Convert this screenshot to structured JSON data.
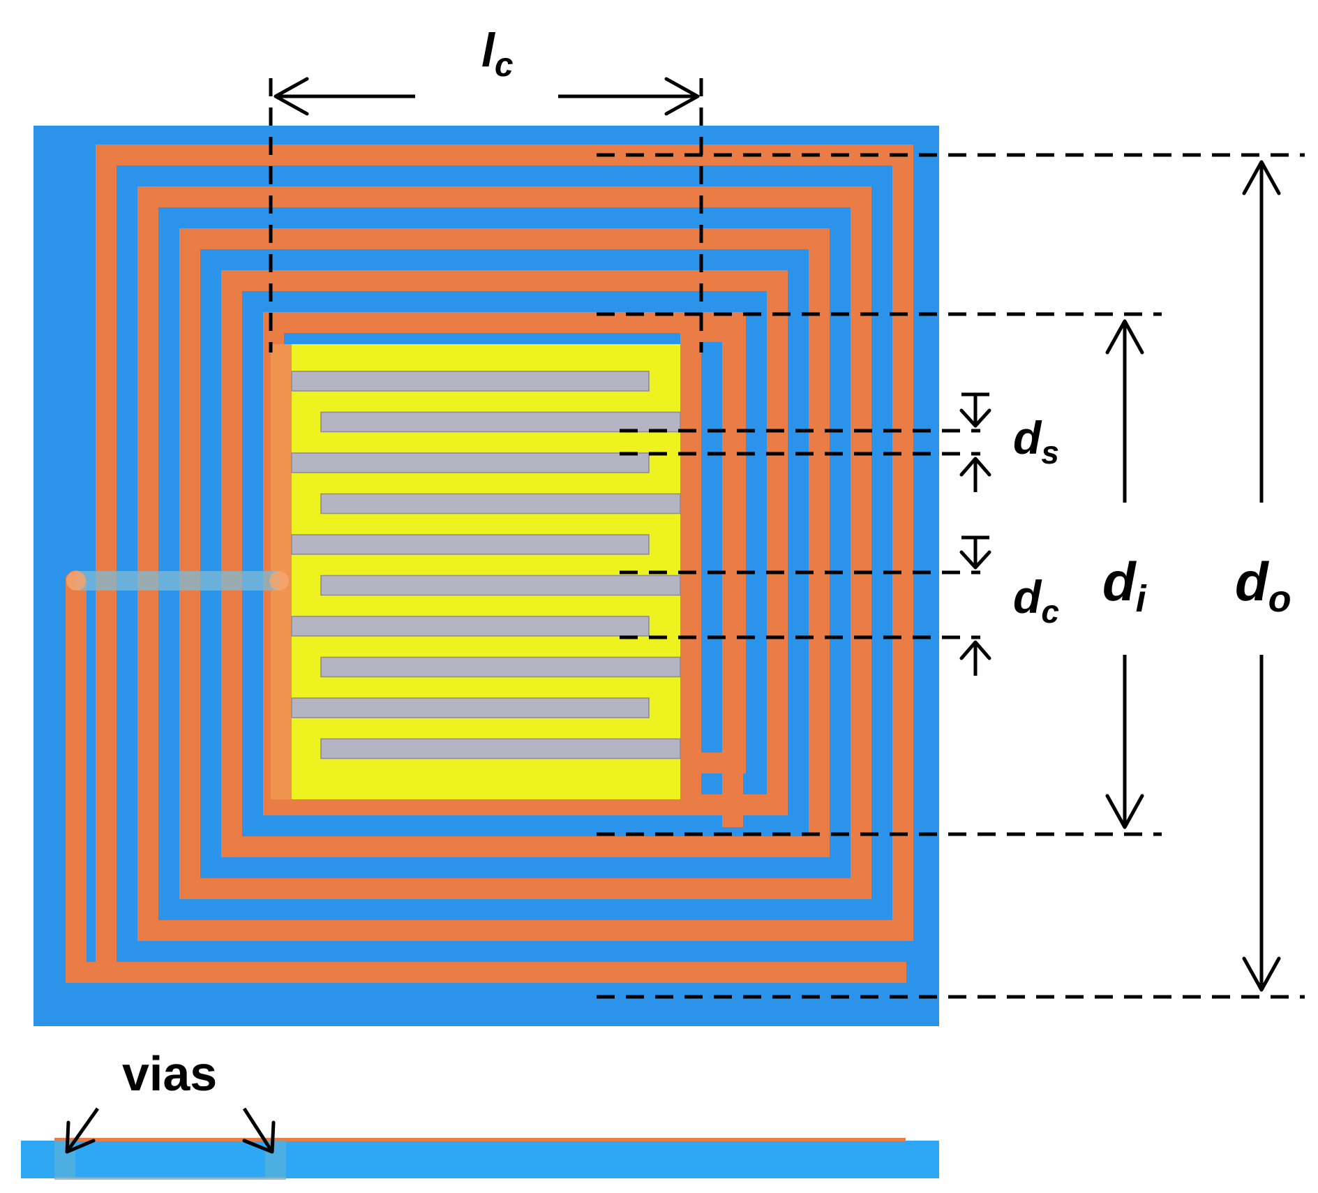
{
  "labels": {
    "lc": {
      "main": "l",
      "sub": "c"
    },
    "ds": {
      "main": "d",
      "sub": "s"
    },
    "dc": {
      "main": "d",
      "sub": "c"
    },
    "di": {
      "main": "d",
      "sub": "i"
    },
    "do": {
      "main": "d",
      "sub": "o"
    },
    "vias": "vias"
  },
  "colors": {
    "substrate": "#2b93ea",
    "substrate_side": "#2ea8f5",
    "coil": "#e97d45",
    "coil_edge": "#c9632c",
    "capacitor_fill": "#eef21e",
    "finger": "#b4b4c2",
    "finger_edge": "#8a8a98",
    "via": "#7fb9d6",
    "dimension": "#000000"
  }
}
